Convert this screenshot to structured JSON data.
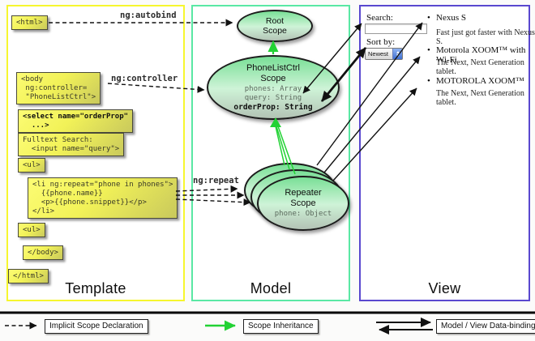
{
  "panels": {
    "template": {
      "label": "Template"
    },
    "model": {
      "label": "Model"
    },
    "view": {
      "label": "View"
    }
  },
  "code_boxes": {
    "html_open": "<html>",
    "body_open": "<body\n ng:controller=\n \"PhoneListCtrl\">",
    "select_tag": "<select name=\"orderProp\"\n  ...>",
    "fulltext": "Fulltext Search:\n  <input name=\"query\">",
    "ul_open": "<ul>",
    "li_repeat": "<li ng:repeat=\"phone in phones\">\n  {{phone.name}}\n  <p>{{phone.snippet}}</p>\n</li>",
    "ul_close": "<ul>",
    "body_close": "</body>",
    "html_close": "</html>"
  },
  "scopes": {
    "root": {
      "title": "Root\nScope"
    },
    "phone_list_ctrl": {
      "title": "PhoneListCtrl\nScope",
      "props": "phones: Array\nquery: String",
      "bold_prop": "orderProp: String"
    },
    "repeater": {
      "title": "Repeater\nScope",
      "prop": "phone: Object"
    }
  },
  "annotations": {
    "autobind": "ng:autobind",
    "controller": "ng:controller",
    "repeat": "ng:repeat"
  },
  "view": {
    "search_label": "Search:",
    "sort_label": "Sort by:",
    "sort_value": "Newest",
    "bullet": "•",
    "items": [
      {
        "title": "Nexus S",
        "desc": "Fast just got faster with Nexus S."
      },
      {
        "title": "Motorola XOOM™ with Wi-Fi",
        "desc": "The Next, Next Generation tablet."
      },
      {
        "title": "MOTOROLA XOOM™",
        "desc": "The Next, Next Generation tablet."
      }
    ]
  },
  "legend": {
    "implicit": "Implicit Scope Declaration",
    "inheritance": "Scope Inheritance",
    "databinding": "Model / View Data-binding"
  },
  "colors": {
    "template_border": "#f6f62e",
    "model_border": "#5ae8a4",
    "view_border": "#5948cf",
    "arrow_green": "#22d234",
    "code_box_yellow": "#f2f258"
  }
}
